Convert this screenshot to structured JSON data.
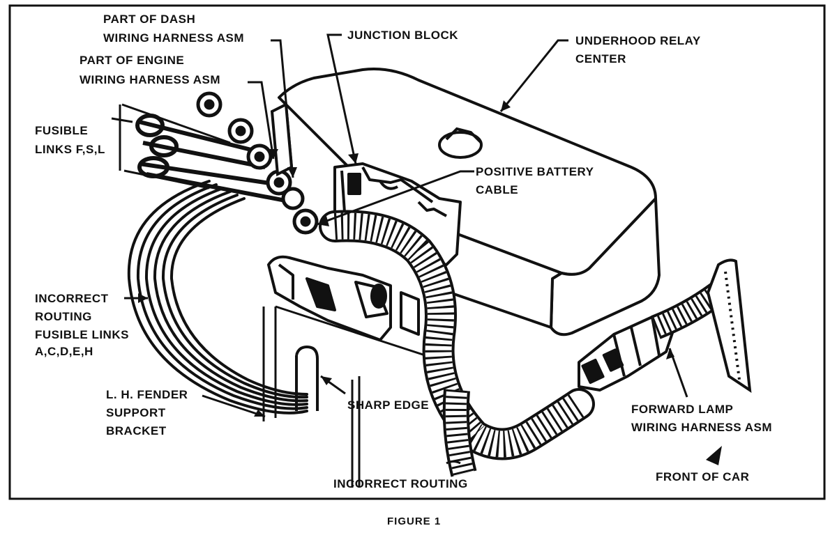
{
  "labels": {
    "dash_harness": [
      "PART OF DASH",
      "WIRING HARNESS ASM"
    ],
    "engine_harness": [
      "PART OF ENGINE",
      "WIRING HARNESS ASM"
    ],
    "junction_block": "JUNCTION BLOCK",
    "underhood_relay": [
      "UNDERHOOD RELAY",
      "CENTER"
    ],
    "fusible_links_fsl": [
      "FUSIBLE",
      "LINKS F,S,L"
    ],
    "positive_battery": [
      "POSITIVE BATTERY",
      "CABLE"
    ],
    "incorrect_routing_links": [
      "INCORRECT",
      "ROUTING",
      "FUSIBLE LINKS",
      "A,C,D,E,H"
    ],
    "fender_bracket": [
      "L. H. FENDER",
      "SUPPORT",
      "BRACKET"
    ],
    "sharp_edge": "SHARP EDGE",
    "forward_lamp": [
      "FORWARD LAMP",
      "WIRING HARNESS ASM"
    ],
    "incorrect_routing": "INCORRECT ROUTING",
    "front_of_car": "FRONT OF CAR"
  },
  "caption": "FIGURE 1",
  "colors": {
    "ink": "#111111",
    "paper": "#ffffff"
  }
}
